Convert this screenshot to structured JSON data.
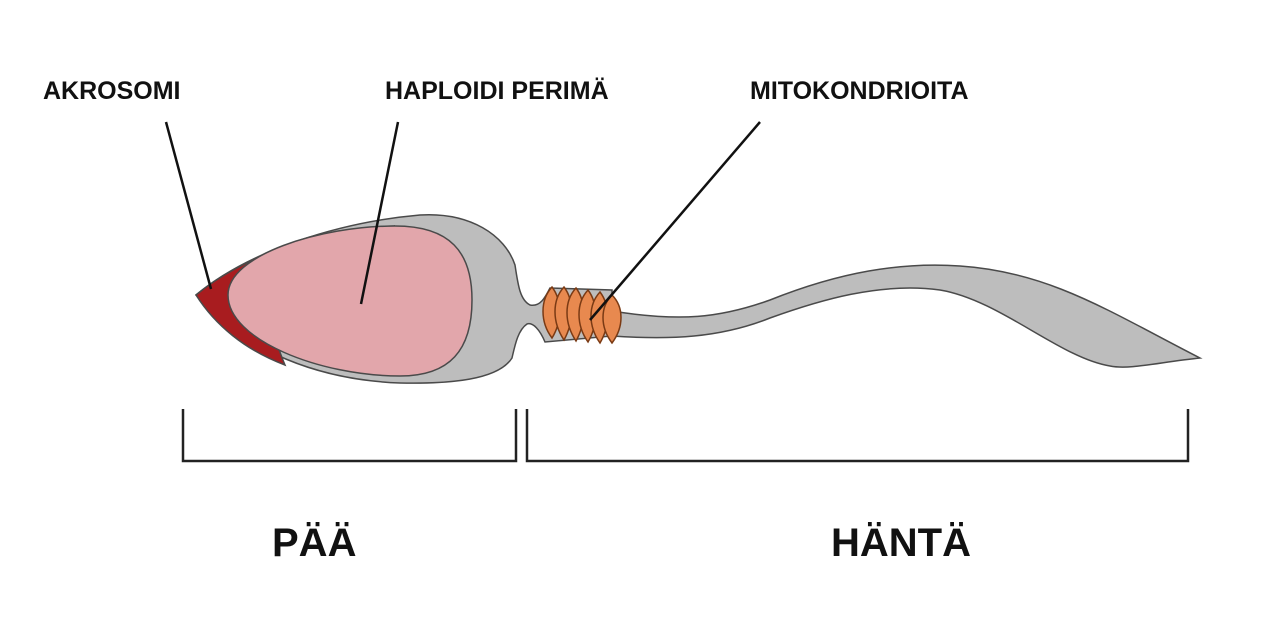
{
  "labels": {
    "acrosome": "AKROSOMI",
    "haploid_genome": "HAPLOIDI PERIMÄ",
    "mitochondria": "MITOKONDRIOITA",
    "head": "PÄÄ",
    "tail": "HÄNTÄ"
  },
  "colors": {
    "body_fill": "#bdbdbd",
    "outline": "#4a4a4a",
    "acrosome_fill": "#a81c1f",
    "nucleus_fill": "#e2a6ab",
    "mitochondria_fill": "#e8894f",
    "mitochondria_stroke": "#7a3a14",
    "leader_line": "#111111",
    "bracket": "#222222"
  }
}
